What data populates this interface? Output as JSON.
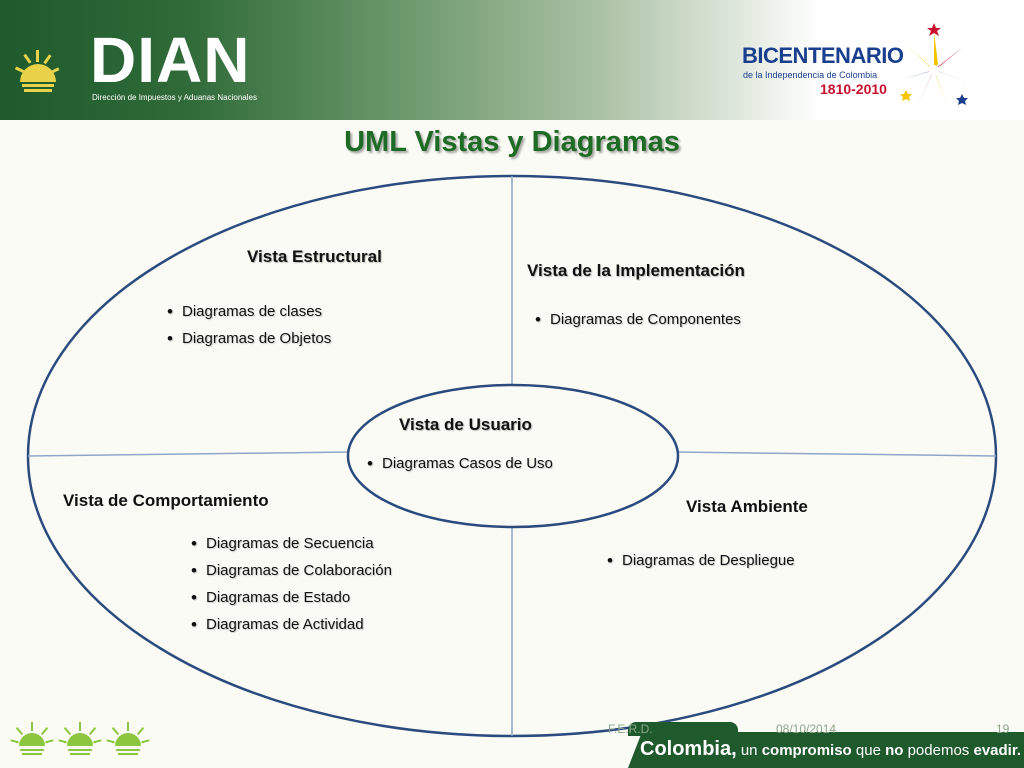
{
  "header": {
    "dian_word": "DIAN",
    "dian_sub": "Dirección de Impuestos y Aduanas Nacionales",
    "bicentenario_title": "BICENTENARIO",
    "bicentenario_sub": "de la Independencia de Colombia",
    "bicentenario_years": "1810-2010"
  },
  "title": "UML Vistas y Diagramas",
  "views": {
    "estructural": {
      "label": "Vista Estructural",
      "items": [
        "Diagramas de clases",
        "Diagramas de Objetos"
      ]
    },
    "implementacion": {
      "label": "Vista de la Implementación",
      "items": [
        "Diagramas de Componentes"
      ]
    },
    "usuario": {
      "label": "Vista de Usuario",
      "items": [
        "Diagramas Casos de Uso"
      ]
    },
    "comportamiento": {
      "label": "Vista de Comportamiento",
      "items": [
        "Diagramas de Secuencia",
        "Diagramas de Colaboración",
        "Diagramas de Estado",
        "Diagramas de Actividad"
      ]
    },
    "ambiente": {
      "label": "Vista Ambiente",
      "items": [
        "Diagramas de Despliegue"
      ]
    }
  },
  "footer": {
    "author": "F.E.R.D.",
    "date": "08/10/2014",
    "page": "19",
    "slogan_colombia": "Colombia,",
    "slogan_un": "un",
    "slogan_compromiso": "compromiso",
    "slogan_que": "que",
    "slogan_no": "no",
    "slogan_podemos": "podemos",
    "slogan_evadir": "evadir."
  },
  "colors": {
    "header_green": "#1f5a2c",
    "title_green": "#1d6b24",
    "ellipse_stroke": "#2b4a7e",
    "bicentenario_blue": "#1b3f8f",
    "bicentenario_red": "#c8102e"
  }
}
